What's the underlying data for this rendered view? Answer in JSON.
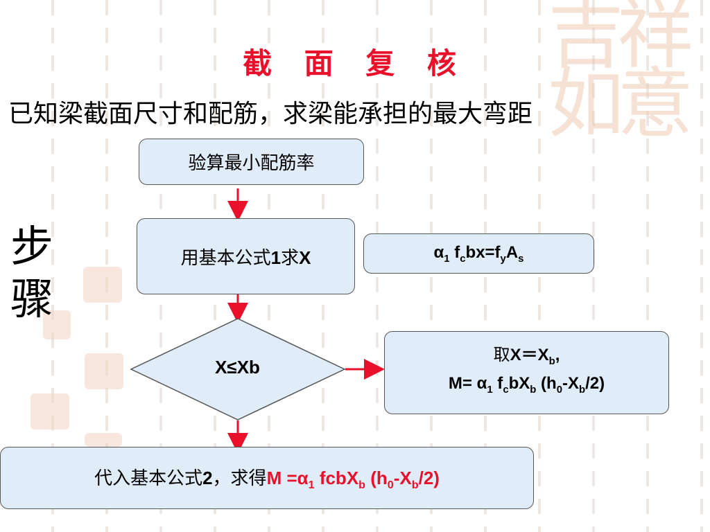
{
  "title": "截 面 复 核",
  "subtitle": "已知梁截面尺寸和配筋，求梁能承担的最大弯距",
  "steps_label": "步骤",
  "flow": {
    "step1": "验算最小配筋率",
    "step2_prefix": "用基本公式",
    "step2_num": "1",
    "step2_mid": "求",
    "step2_var": "X",
    "decision": "X≤Xb",
    "formula1": {
      "a": "α",
      "a_sub": "1",
      "f": " f",
      "f_sub": "c",
      "mid": "bx=f",
      "y_sub": "y",
      "A": "A",
      "s_sub": "s"
    },
    "branch": {
      "line1_prefix": "取",
      "line1_eq": "X＝X",
      "line1_sub": "b",
      "line1_end": ",",
      "line2_a": "M= α",
      "line2_a_sub": "1",
      "line2_f": " f",
      "line2_f_sub": "c",
      "line2_bx": "bX",
      "line2_bx_sub": "b",
      "line2_h": " (h",
      "line2_h_sub": "0",
      "line2_x": "-X",
      "line2_x_sub": "b",
      "line2_end": "/2)"
    },
    "final": {
      "prefix": "代入基本公式",
      "num": "2",
      "mid": "，求得",
      "M": "M =α",
      "M_sub": "1",
      "fcb": " fcbX",
      "fcb_sub": "b",
      "h": " (h",
      "h_sub": "0",
      "x": "-X",
      "x_sub": "b",
      "end": "/2)"
    }
  },
  "colors": {
    "accent": "#e8102a",
    "box_fill": "#e0ecf7"
  }
}
